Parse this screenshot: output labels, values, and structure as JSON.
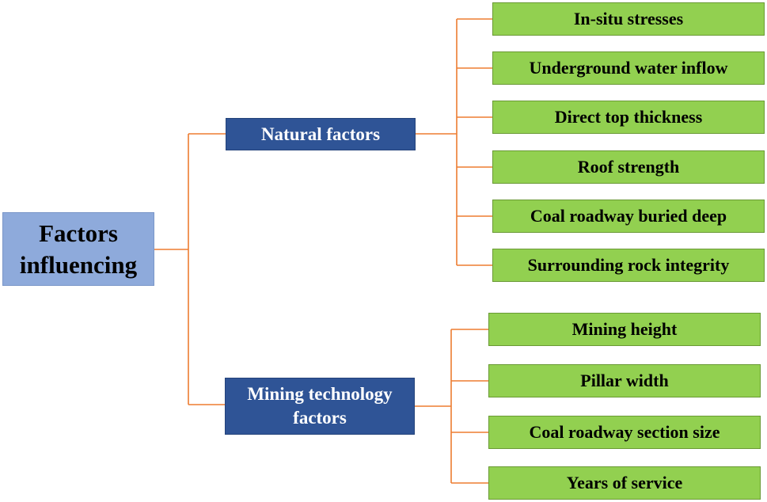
{
  "diagram": {
    "root": {
      "line1": "Factors",
      "line2": "influencing"
    },
    "branches": [
      {
        "line1": "Natural factors",
        "line2": "",
        "children": [
          "In-situ stresses",
          "Underground water inflow",
          "Direct top thickness",
          "Roof strength",
          "Coal roadway buried deep",
          "Surrounding rock integrity"
        ]
      },
      {
        "line1": "Mining technology",
        "line2": "factors",
        "children": [
          "Mining height",
          "Pillar width",
          "Coal roadway section size",
          "Years of service"
        ]
      }
    ]
  },
  "colors": {
    "root_fill": "#8eaadb",
    "branch_fill": "#2f5496",
    "leaf_fill": "#92d050",
    "connector": "#ed7d31"
  }
}
